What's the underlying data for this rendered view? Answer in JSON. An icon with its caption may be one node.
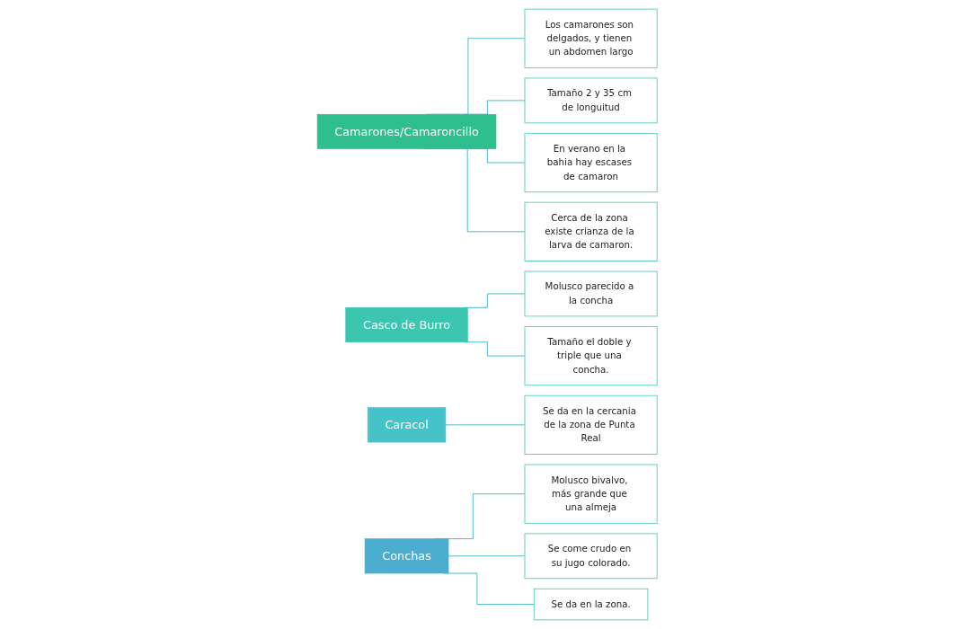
{
  "diagram": {
    "nodes": [
      {
        "text": [
          "Camarones/Camaroncillo"
        ]
      },
      {
        "text": [
          "Los camarones son delgados, y tienen un abdomen largo"
        ]
      },
      {
        "text": [
          "Tamaño 2 y 35 cm de longuitud"
        ]
      },
      {
        "text": [
          "En verano en la bahia hay escases de camaron"
        ]
      },
      {
        "text": [
          "Cerca de la zona existe crianza de la larva de camaron."
        ]
      },
      {
        "text": [
          "Casco de Burro"
        ]
      },
      {
        "text": [
          "Molusco parecido a la concha"
        ]
      },
      {
        "text": [
          "Tamaño el doble y triple que una concha."
        ]
      },
      {
        "text": [
          "Caracol"
        ]
      },
      {
        "text": [
          "Se da en la cercania de la zona de Punta Real"
        ]
      },
      {
        "text": [
          "Conchas"
        ]
      },
      {
        "text": [
          "Molusco bivalvo, más grande que una almeja"
        ]
      },
      {
        "text": [
          "Se come crudo en su jugo colorado."
        ]
      },
      {
        "text": [
          "Se da en la zona."
        ]
      }
    ],
    "edges": [
      {
        "from": 0,
        "to": 1,
        "arrow": "none"
      },
      {
        "from": 0,
        "to": 2,
        "arrow": "none"
      },
      {
        "from": 0,
        "to": 3,
        "arrow": "none"
      },
      {
        "from": 0,
        "to": 4,
        "arrow": "none"
      },
      {
        "from": 5,
        "to": 6,
        "arrow": "none"
      },
      {
        "from": 5,
        "to": 7,
        "arrow": "none"
      },
      {
        "from": 8,
        "to": 9,
        "arrow": "none"
      },
      {
        "from": 10,
        "to": 11,
        "arrow": "none"
      },
      {
        "from": 10,
        "to": 12,
        "arrow": "none"
      },
      {
        "from": 10,
        "to": 13,
        "arrow": "none"
      }
    ]
  }
}
